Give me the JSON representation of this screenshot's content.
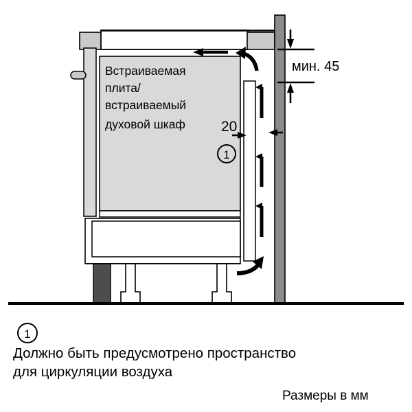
{
  "diagram": {
    "title_text_lines": [
      "Встраиваемая",
      "плита/",
      "встраиваемый",
      "духовой шкаф"
    ],
    "dimensions": {
      "min_gap_label": "мин. 45",
      "wall_gap_label": "20"
    },
    "callouts": {
      "marker_one": "1"
    },
    "colors": {
      "appliance_fill": "#d9d9d9",
      "countertop_cap_fill": "#c9c9c9",
      "wall_fill": "#8c8c8c",
      "plinth_fill": "#4d4d4d",
      "line": "#000000",
      "background": "#ffffff",
      "white_fill": "#ffffff"
    }
  },
  "notes": {
    "marker": "1",
    "line1": "Должно быть предусмотрено пространство",
    "line2": "для циркуляции воздуха"
  },
  "footer": {
    "units_note": "Размеры в мм"
  }
}
